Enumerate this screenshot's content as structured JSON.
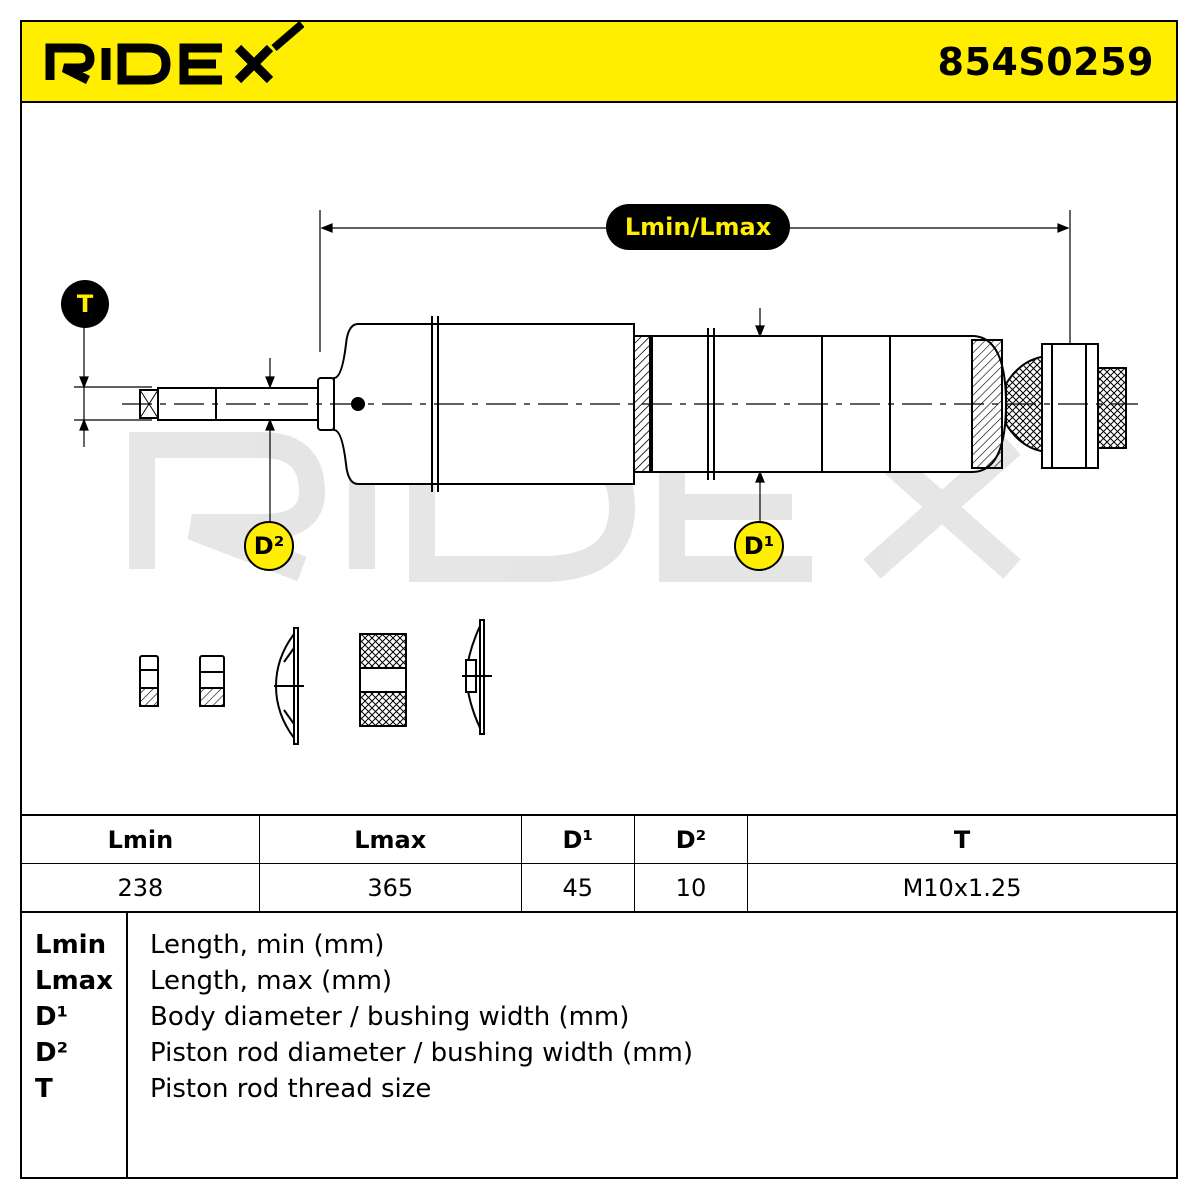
{
  "header": {
    "brand": "RIDEX",
    "part_number": "854S0259",
    "background_color": "#ffee00"
  },
  "drawing": {
    "watermark": "RIDEX",
    "dimension_labels": {
      "length": "Lmin/Lmax",
      "thread": "T",
      "rod_diameter": "D²",
      "body_diameter": "D¹"
    },
    "accessories": [
      "nut",
      "nut",
      "washer",
      "rubber-bushing",
      "washer"
    ]
  },
  "specs": {
    "headers": [
      "Lmin",
      "Lmax",
      "D¹",
      "D²",
      "T"
    ],
    "values": [
      "238",
      "365",
      "45",
      "10",
      "M10x1.25"
    ]
  },
  "legend": [
    {
      "key": "Lmin",
      "description": "Length, min (mm)"
    },
    {
      "key": "Lmax",
      "description": "Length, max (mm)"
    },
    {
      "key": "D¹",
      "description": "Body diameter / bushing width (mm)"
    },
    {
      "key": "D²",
      "description": "Piston rod diameter / bushing width (mm)"
    },
    {
      "key": "T",
      "description": "Piston rod thread size"
    }
  ]
}
